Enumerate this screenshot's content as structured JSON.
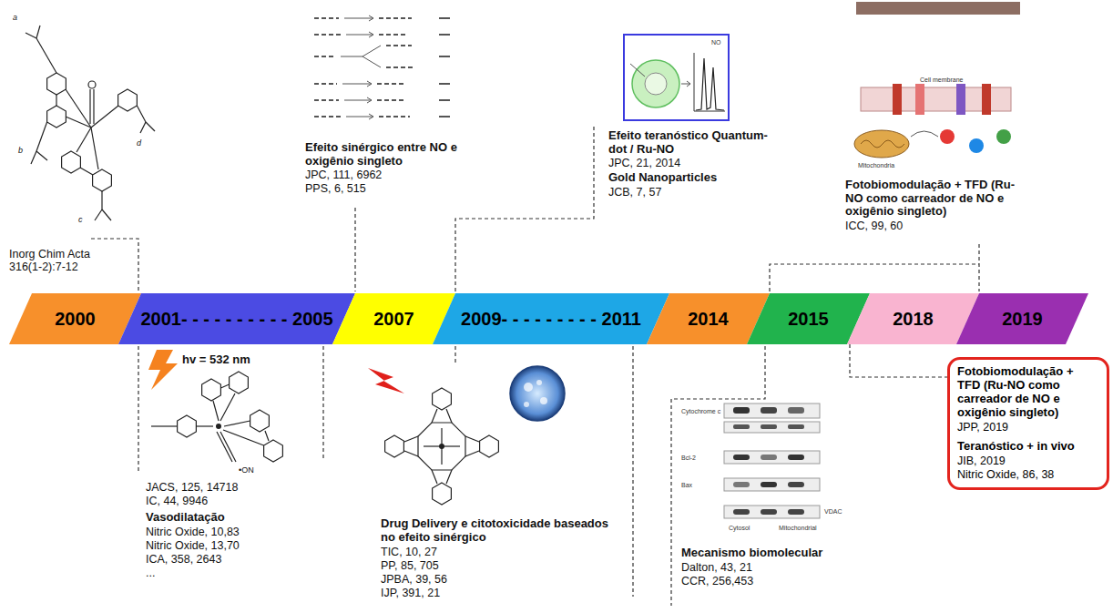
{
  "diagram": {
    "nodes": [
      {
        "text": [
          "2000"
        ]
      },
      {
        "text": [
          "2001- - - - - - - - - - 2005"
        ]
      },
      {
        "text": [
          "2007"
        ]
      },
      {
        "text": [
          "2009- - - - - - - - - 2011"
        ]
      },
      {
        "text": [
          "2014"
        ]
      },
      {
        "text": [
          "2015"
        ]
      },
      {
        "text": [
          "2018"
        ]
      },
      {
        "text": [
          "2019"
        ]
      },
      {
        "text": [
          "Fotobiomodulação + TFD (Ru-NO como carreador de NO e oxigênio singleto)",
          "JPP, 2019",
          "Teranóstico + in vivo",
          "JIB, 2019",
          "Nitric Oxide, 86, 38"
        ]
      }
    ],
    "edges": [
      {
        "from": 6,
        "to": 8,
        "arrow": "none"
      }
    ],
    "labels": [
      "a",
      "b",
      "c",
      "d",
      "Inorg Chim Acta 316(1-2):7-12",
      "Efeito sinérgico entre NO e oxigênio singleto",
      "JPC, 111, 6962",
      "PPS, 6, 515",
      "NO",
      "Efeito teranóstico Quantum-dot / Ru-NO",
      "JPC, 21, 2014",
      "Gold Nanoparticles",
      "JCB, 7, 57",
      "Cell membrane",
      "Mitochondria",
      "Fotobiomodulação + TFD (Ru-NO como carreador de NO e oxigênio singleto)",
      "ICC, 99, 60",
      "hv = 532 nm",
      "•ON",
      "JACS, 125, 14718",
      "IC, 44, 9946",
      "Vasodilatação",
      "Nitric Oxide, 10,83",
      "Nitric Oxide, 13,70",
      "ICA, 358, 2643",
      "...",
      "Drug Delivery e citotoxicidade baseados no efeito sinérgico",
      "TIC, 10, 27",
      "PP, 85, 705",
      "JPBA, 39, 56",
      "IJP, 391, 21",
      "Cytochrome c",
      "Bcl-2",
      "Bax",
      "VDAC",
      "Cytosol",
      "Mitochondrial",
      "Mecanismo biomolecular",
      "Dalton, 43, 21",
      "CCR, 256,453"
    ]
  }
}
